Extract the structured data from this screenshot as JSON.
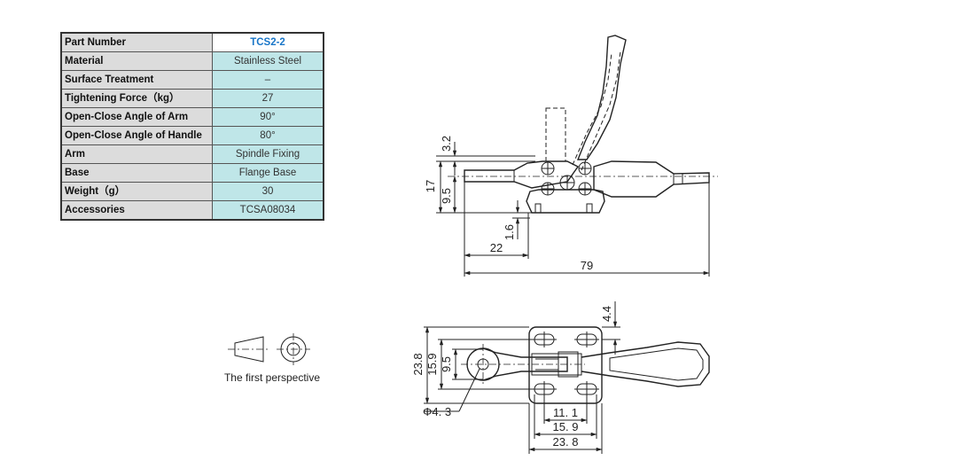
{
  "spec_table": [
    {
      "label": "Part Number",
      "value": "TCS2-2"
    },
    {
      "label": "Material",
      "value": "Stainless Steel"
    },
    {
      "label": "Surface Treatment",
      "value": "–"
    },
    {
      "label": "Tightening Force（kg）",
      "value": "27"
    },
    {
      "label": "Open-Close Angle of Arm",
      "value": "90°"
    },
    {
      "label": "Open-Close Angle of Handle",
      "value": "80°"
    },
    {
      "label": "Arm",
      "value": "Spindle Fixing"
    },
    {
      "label": "Base",
      "value": "Flange Base"
    },
    {
      "label": "Weight（g）",
      "value": "30"
    },
    {
      "label": "Accessories",
      "value": "TCSA08034"
    }
  ],
  "projection_caption": "The first perspective",
  "side_view_dims": {
    "h_3_2": "3.2",
    "h_17": "17",
    "h_9_5": "9.5",
    "h_1_6": "1.6",
    "w_22": "22",
    "w_79": "79"
  },
  "top_view_dims": {
    "h_4_4": "4.4",
    "h_23_8": "23.8",
    "h_15_9": "15.9",
    "h_9_5": "9.5",
    "hole_dia": "Φ4. 3",
    "w_11_1": "11. 1",
    "w_15_9": "15. 9",
    "w_23_8": "23. 8"
  }
}
